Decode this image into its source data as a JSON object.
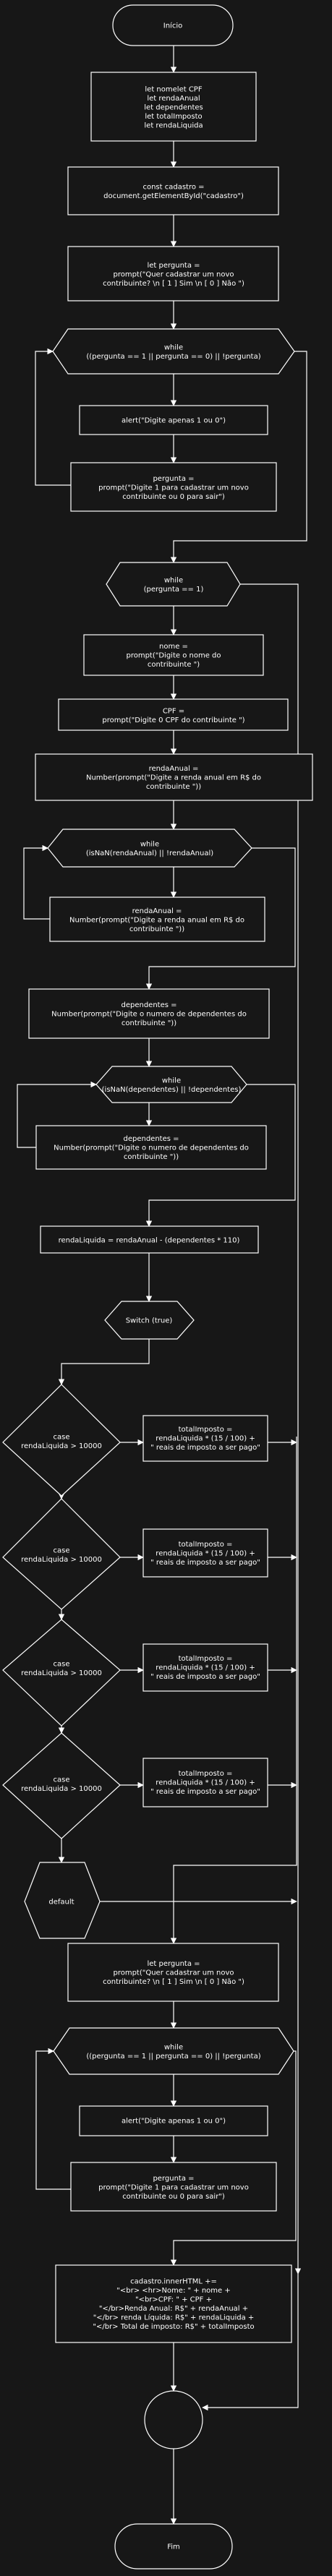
{
  "nodes": {
    "inicio": [
      "Início"
    ],
    "declare": [
      "let nomelet CPF",
      "let rendaAnual",
      "let dependentes",
      "let totalImposto",
      "let rendaLiquida"
    ],
    "cadastro_const": [
      "const cadastro =",
      "document.getElementById(\"cadastro\")"
    ],
    "pergunta1": [
      "let pergunta =",
      "prompt(\"Quer cadastrar um novo",
      "contribuinte? \\n [ 1 ] Sim \\n [ 0 ] Não \")"
    ],
    "while1": [
      "while",
      "((pergunta == 1 || pergunta == 0) || !pergunta)"
    ],
    "alert1": [
      "alert(\"Digite apenas 1 ou 0\")"
    ],
    "repergunta1": [
      "pergunta =",
      "prompt(\"Digite 1 para cadastrar um novo",
      "contribuinte ou 0 para sair\")"
    ],
    "while_main": [
      "while",
      "(pergunta == 1)"
    ],
    "nome": [
      "nome =",
      "prompt(\"Digite o nome do",
      "contribuinte \")"
    ],
    "cpf": [
      "CPF =",
      "prompt(\"Digite 0 CPF do contribuinte \")"
    ],
    "renda": [
      "rendaAnual =",
      "Number(prompt(\"Digite a renda anual em R$ do",
      "contribuinte \"))"
    ],
    "while_renda": [
      "while",
      "(isNaN(rendaAnual) || !rendaAnual)"
    ],
    "rerenda": [
      "rendaAnual =",
      "Number(prompt(\"Digite a renda anual em R$ do",
      "contribuinte \"))"
    ],
    "dep": [
      "dependentes =",
      "Number(prompt(\"Digite o numero de dependentes do",
      "contribuinte \"))"
    ],
    "while_dep": [
      "while",
      "(isNaN(dependentes) || !dependentes)"
    ],
    "redep": [
      "dependentes =",
      "Number(prompt(\"Digite o numero de dependentes do",
      "contribuinte \"))"
    ],
    "liquida": [
      "rendaLiquida = rendaAnual - (dependentes * 110)"
    ],
    "switch": [
      "Switch (true)"
    ],
    "case1": [
      "case",
      "rendaLiquida > 10000"
    ],
    "case2": [
      "case",
      "rendaLiquida > 10000"
    ],
    "case3": [
      "case",
      "rendaLiquida > 10000"
    ],
    "case4": [
      "case",
      "rendaLiquida > 10000"
    ],
    "calc1": [
      "totalImposto =",
      "rendaLiquida * (15 / 100) +",
      "\" reais de imposto a ser pago\""
    ],
    "calc2": [
      "totalImposto =",
      "rendaLiquida * (15 / 100) +",
      "\" reais de imposto a ser pago\""
    ],
    "calc3": [
      "totalImposto =",
      "rendaLiquida * (15 / 100) +",
      "\" reais de imposto a ser pago\""
    ],
    "calc4": [
      "totalImposto =",
      "rendaLiquida * (15 / 100) +",
      "\" reais de imposto a ser pago\""
    ],
    "default": [
      "default"
    ],
    "pergunta2": [
      "let pergunta =",
      "prompt(\"Quer cadastrar um novo",
      "contribuinte? \\n [ 1 ] Sim \\n [ 0 ] Não \")"
    ],
    "while2": [
      "while",
      "((pergunta == 1 || pergunta == 0) || !pergunta)"
    ],
    "alert2": [
      "alert(\"Digite apenas 1 ou 0\")"
    ],
    "repergunta2": [
      "pergunta =",
      "prompt(\"Digite 1 para cadastrar um novo",
      "contribuinte ou 0 para sair\")"
    ],
    "inner": [
      "cadastro.innerHTML +=",
      "\"<br> <hr>Nome: \" + nome +",
      "\"<br>CPF: \" + CPF +",
      "\"</br>Renda Anual: R$\" + rendaAnual +",
      "\"</br> renda Líquida: R$\" + rendaLiquida +",
      "\"</br> Total de imposto: R$\" + totalImposto"
    ],
    "connector": [],
    "fim": [
      "Fim"
    ]
  }
}
